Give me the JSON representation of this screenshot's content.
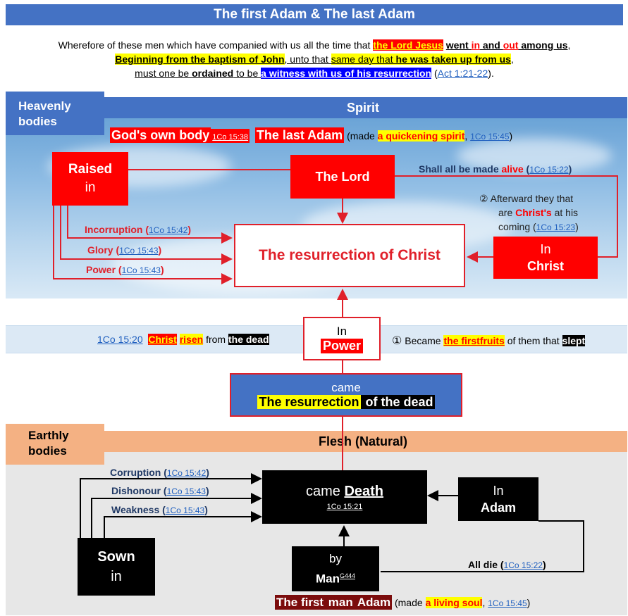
{
  "title": "The first Adam & The last Adam",
  "intro": {
    "l1a": "Wherefore of these men which have companied with us all the time that ",
    "l1b": "the Lord Jesus",
    "l1c": "went ",
    "l1d": "in",
    "l1e": " and ",
    "l1f": "out",
    "l1g": " among us",
    "l1h": ",",
    "l2a": "Beginning from the baptism of John",
    "l2b": ", unto that ",
    "l2c": "same day that ",
    "l2d": "he was taken up from us",
    "l2e": ",",
    "l3a": "must one be ",
    "l3b": "ordained",
    "l3c": " to be ",
    "l3d": "a witness with us of his resurrection",
    "l3e": "Act 1:21-22",
    "l3f": "."
  },
  "heavenly": {
    "tab": "Heavenly bodies",
    "bar": "Spirit",
    "gods_body": "God's own body",
    "gods_body_ref": "1Co 15:38",
    "last_adam": "The last Adam",
    "made_open": " (made ",
    "quickening": "a quickening  spirit",
    "comma": ", ",
    "qs_ref": "1Co 15:45",
    "close": ")",
    "raised_1": "Raised",
    "raised_2": "in",
    "the_lord": "The Lord",
    "shall_1": "Shall all be made ",
    "shall_alive": "alive",
    "shall_ref": "1Co 15:22",
    "incorruption": "Incorruption",
    "inc_ref": "1Co 15:42",
    "glory": "Glory",
    "glory_ref": "1Co 15:43",
    "power": "Power",
    "power_ref": "1Co 15:43",
    "resurrection": "The resurrection of Christ",
    "afterward_num": "②",
    "afterward_1": " Afterward they that",
    "afterward_2a": "are ",
    "afterward_2b": "Christ's",
    "afterward_2c": " at his",
    "afterward_3": "coming ",
    "afterward_ref": "1Co 15:23",
    "in_christ_1": "In",
    "in_christ_2": "Christ"
  },
  "middle": {
    "ref": "1Co 15:20",
    "christ": "Christ",
    "risen": "risen",
    "from": " from ",
    "dead": "the dead",
    "in": "In",
    "power": "Power",
    "num": "①",
    "became": " Became ",
    "firstfruits": "the firstfruits",
    "of_them": " of them that ",
    "slept": "slept",
    "came": "came",
    "resurrection": "The resurrection",
    "of_dead": " of the dead"
  },
  "earthly": {
    "tab": "Earthly bodies",
    "bar": "Flesh (Natural)",
    "corruption": "Corruption",
    "corr_ref": "1Co 15:42",
    "dishonour": "Dishonour",
    "dish_ref": "1Co 15:43",
    "weakness": "Weakness",
    "weak_ref": "1Co 15:43",
    "came": "came ",
    "death": "Death",
    "death_ref": "1Co 15:21",
    "in_adam_1": "In",
    "in_adam_2": "Adam",
    "sown_1": "Sown",
    "sown_2": "in",
    "by": "by",
    "man": "Man",
    "man_sup": "G444",
    "all_die": "All die",
    "all_die_ref": "1Co 15:22",
    "first_man_a": "The first ",
    "first_man_b": "man",
    "first_man_c": " Adam",
    "made_open": " (made ",
    "living_soul": "a living soul",
    "comma": ", ",
    "ls_ref": "1Co 15:45",
    "close": ")"
  },
  "colors": {
    "accent_blue": "#4472c4",
    "red": "#ff0000",
    "flesh": "#f4b183",
    "black": "#000000"
  }
}
